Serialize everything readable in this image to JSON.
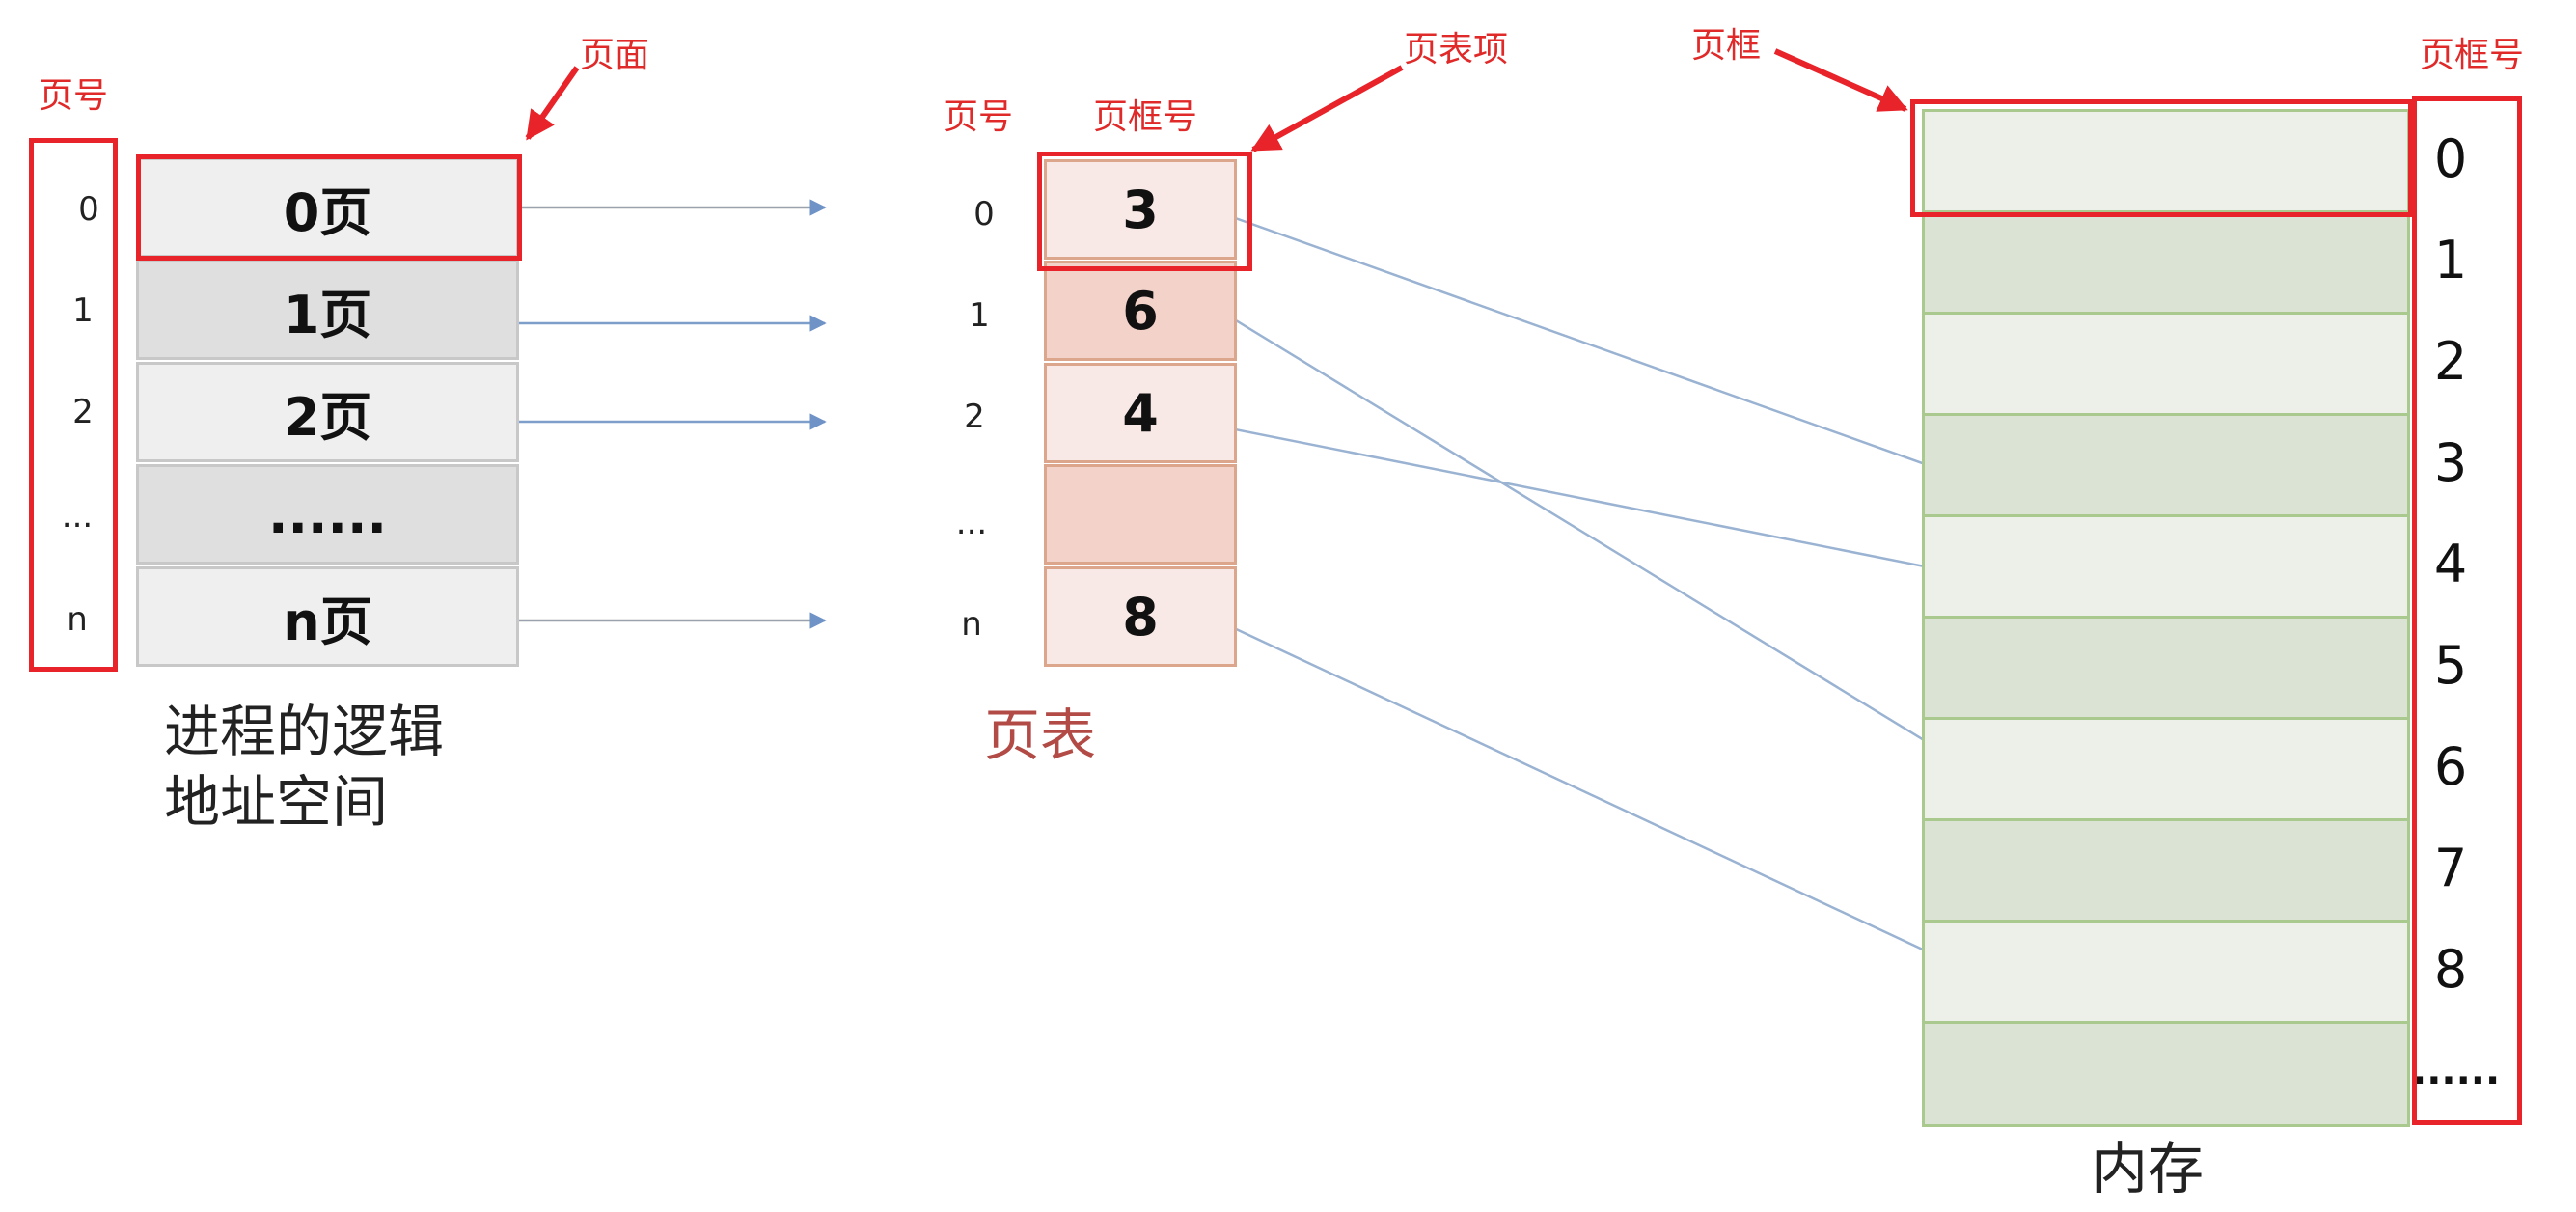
{
  "logical_space": {
    "caption_line1": "进程的逻辑",
    "caption_line2": "地址空间",
    "index_label": "页号",
    "page_label": "页面",
    "indices": [
      "0",
      "1",
      "2",
      "...",
      "n"
    ],
    "pages": [
      "0页",
      "1页",
      "2页",
      "......",
      "n页"
    ]
  },
  "page_table": {
    "caption": "页表",
    "index_label": "页号",
    "frame_label": "页框号",
    "entry_label": "页表项",
    "indices": [
      "0",
      "1",
      "2",
      "...",
      "n"
    ],
    "frames": [
      "3",
      "6",
      "4",
      "",
      "8"
    ]
  },
  "memory": {
    "caption": "内存",
    "frame_label": "页框",
    "frame_number_label": "页框号",
    "frame_numbers": [
      "0",
      "1",
      "2",
      "3",
      "4",
      "5",
      "6",
      "7",
      "8",
      "......"
    ]
  },
  "mappings": [
    {
      "entry": "0",
      "frame": 3
    },
    {
      "entry": "1",
      "frame": 6
    },
    {
      "entry": "2",
      "frame": 4
    },
    {
      "entry": "n",
      "frame": 8
    }
  ],
  "colors": {
    "annotation_red": "#e02a2a",
    "page_table_caption": "#b24a45",
    "arrow_blue": "#7f9fcb"
  }
}
